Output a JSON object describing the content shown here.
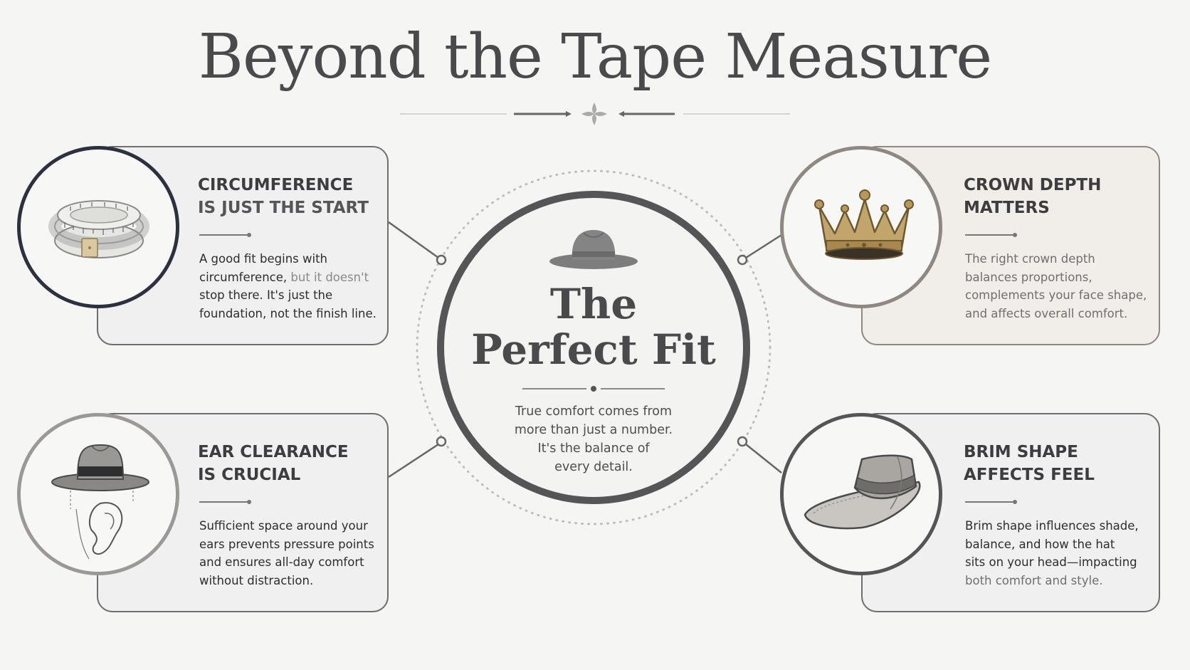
{
  "title": "Beyond the Tape Measure",
  "center": {
    "title_line1": "The",
    "title_line2": "Perfect Fit",
    "text_lines": [
      "True comfort comes from",
      "more than just a number.",
      "It's the balance of",
      "every detail."
    ]
  },
  "cards": {
    "circumference": {
      "heading_line1": "CIRCUMFERENCE",
      "heading_line2": "IS JUST THE START",
      "body_line1": "A good fit begins with",
      "body_line2a": "circumference,",
      "body_line2b": " but it doesn't",
      "body_line3": "stop there. It's just the",
      "body_line4": "foundation, not the finish line.",
      "icon": "tape-measure-icon"
    },
    "crown": {
      "heading_line1": "CROWN DEPTH",
      "heading_line2": "MATTERS",
      "body_lines": [
        "The right crown depth",
        "balances proportions,",
        "complements your face shape,",
        "and affects overall comfort."
      ],
      "icon": "crown-icon"
    },
    "ear": {
      "heading_line1": "EAR CLEARANCE",
      "heading_line2": "IS CRUCIAL",
      "body_lines": [
        "Sufficient space around your",
        "ears prevents pressure points",
        "and ensures all-day comfort",
        "without distraction."
      ],
      "icon": "hat-over-ear-icon"
    },
    "brim": {
      "heading_line1": "BRIM SHAPE",
      "heading_line2": "AFFECTS FEEL",
      "body_lines": [
        "Brim shape influences shade,",
        "balance, and how the hat",
        "sits on your head—impacting",
        "both comfort and style."
      ],
      "icon": "brim-hat-icon"
    }
  },
  "colors": {
    "background": "#f5f5f4",
    "ink": "#4a4a4d",
    "ring": "#555557",
    "crown_gold": "#b0925a",
    "hat_gray": "#8a8885"
  }
}
